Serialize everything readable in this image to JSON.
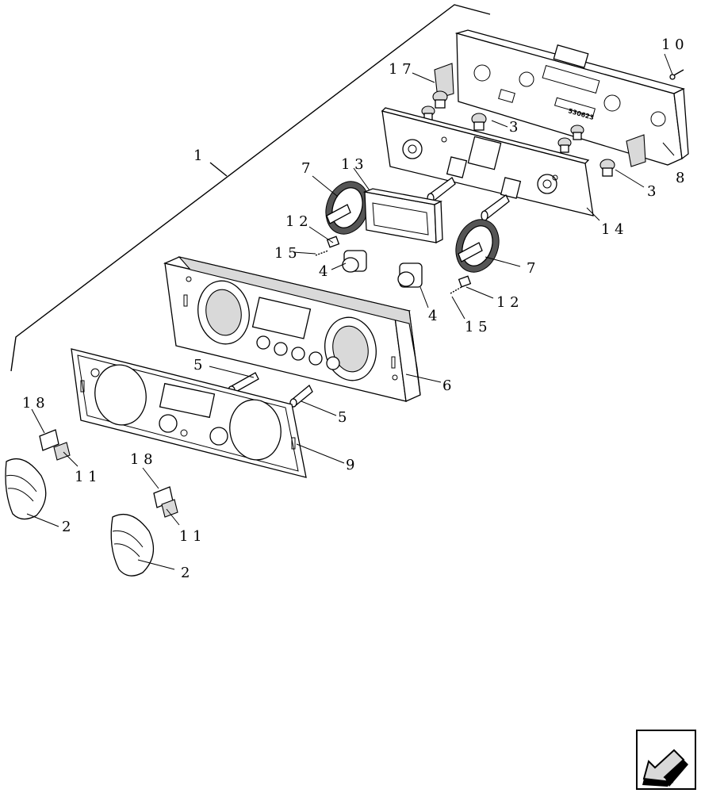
{
  "diagram": {
    "callouts": {
      "c1": "1",
      "c2a": "2",
      "c2b": "2",
      "c3a": "3",
      "c3b": "3",
      "c4a": "4",
      "c4b": "4",
      "c5a": "5",
      "c5b": "5",
      "c6": "6",
      "c7a": "7",
      "c7b": "7",
      "c8": "8",
      "c9": "9",
      "c10": "1 0",
      "c11a": "1 1",
      "c11b": "1 1",
      "c12a": "1 2",
      "c12b": "1 2",
      "c13": "1 3",
      "c14": "1 4",
      "c15a": "1 5",
      "c15b": "1 5",
      "c17": "1 7",
      "c18a": "1 8",
      "c18b": "1 8"
    },
    "part_marking": "530623"
  },
  "nav": {
    "icon": "return-arrow-icon"
  }
}
